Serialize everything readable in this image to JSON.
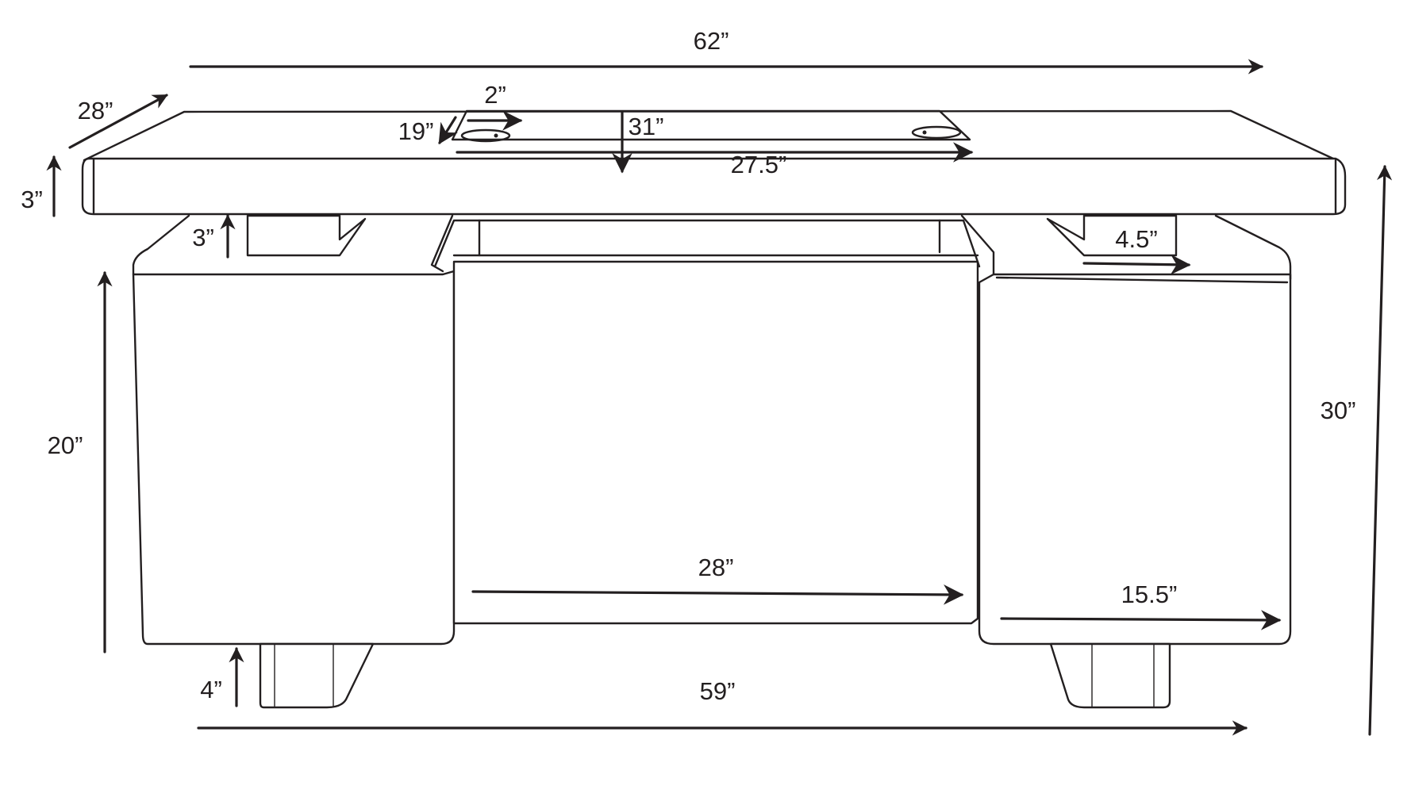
{
  "diagram": {
    "stroke_color": "#231f20",
    "background_color": "#ffffff",
    "dimensions": {
      "overall_width": "62”",
      "depth": "28”",
      "top_thickness": "3”",
      "tray_height": "3”",
      "drawer_height": "20”",
      "leg_height": "4”",
      "overall_height": "30”",
      "base_width": "59”",
      "knee_space_width": "28”",
      "cabinet_width": "15.5”",
      "tray_width": "4.5”",
      "grommet_offset": "2”",
      "grommet_depth": "19”",
      "panel_depth": "31”",
      "panel_width": "27.5”"
    }
  }
}
